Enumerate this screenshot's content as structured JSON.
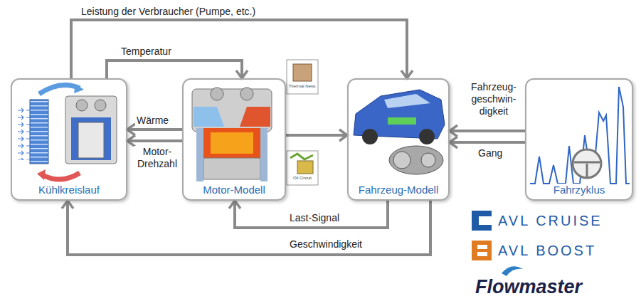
{
  "diagram": {
    "nodes": [
      {
        "text": [
          "Kühlkreislauf"
        ]
      },
      {
        "text": [
          "Motor-Modell"
        ]
      },
      {
        "text": [
          "Fahrzeug-Modell"
        ]
      },
      {
        "text": [
          "Fahrzyklus"
        ]
      }
    ],
    "edges": [
      {
        "from": 0,
        "to": 2,
        "label": "Leistung der Verbraucher (Pumpe, etc.)",
        "arrow": "to"
      },
      {
        "from": 0,
        "to": 1,
        "label": "Temperatur",
        "arrow": "to"
      },
      {
        "from": 1,
        "to": 0,
        "label": "Wärme",
        "arrow": "to"
      },
      {
        "from": 1,
        "to": 0,
        "label": "Motor- Drehzahl",
        "arrow": "to"
      },
      {
        "from": 1,
        "to": 2,
        "arrow": "to"
      },
      {
        "from": 3,
        "to": 2,
        "label": "Fahrzeug- geschwin- digkeit",
        "arrow": "to"
      },
      {
        "from": 3,
        "to": 2,
        "label": "Gang",
        "arrow": "to"
      },
      {
        "from": 2,
        "to": 1,
        "label": "Last-Signal",
        "arrow": "to"
      },
      {
        "from": 2,
        "to": 0,
        "label": "Geschwindigkeit",
        "arrow": "to"
      }
    ],
    "labels": [
      "Thermal Netw.",
      "Oil Circuit",
      "AVL CRUISE",
      "AVL BOOST",
      "Flowmaster"
    ]
  }
}
